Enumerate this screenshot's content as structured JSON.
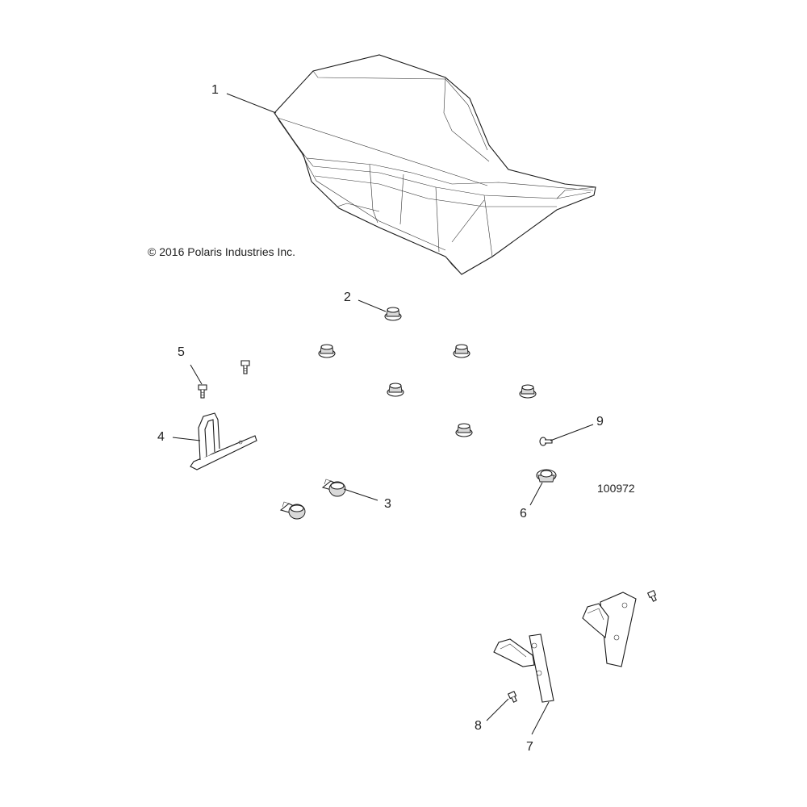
{
  "copyright": "© 2016 Polaris Industries Inc.",
  "drawing_number": "100972",
  "callouts": [
    {
      "id": "callout-1",
      "label": "1"
    },
    {
      "id": "callout-2",
      "label": "2"
    },
    {
      "id": "callout-3",
      "label": "3"
    },
    {
      "id": "callout-4",
      "label": "4"
    },
    {
      "id": "callout-5",
      "label": "5"
    },
    {
      "id": "callout-6",
      "label": "6"
    },
    {
      "id": "callout-7",
      "label": "7"
    },
    {
      "id": "callout-8",
      "label": "8"
    },
    {
      "id": "callout-9",
      "label": "9"
    }
  ],
  "colors": {
    "line": "#1a1a1a",
    "background": "#ffffff",
    "shade": "#d9d9d9"
  }
}
